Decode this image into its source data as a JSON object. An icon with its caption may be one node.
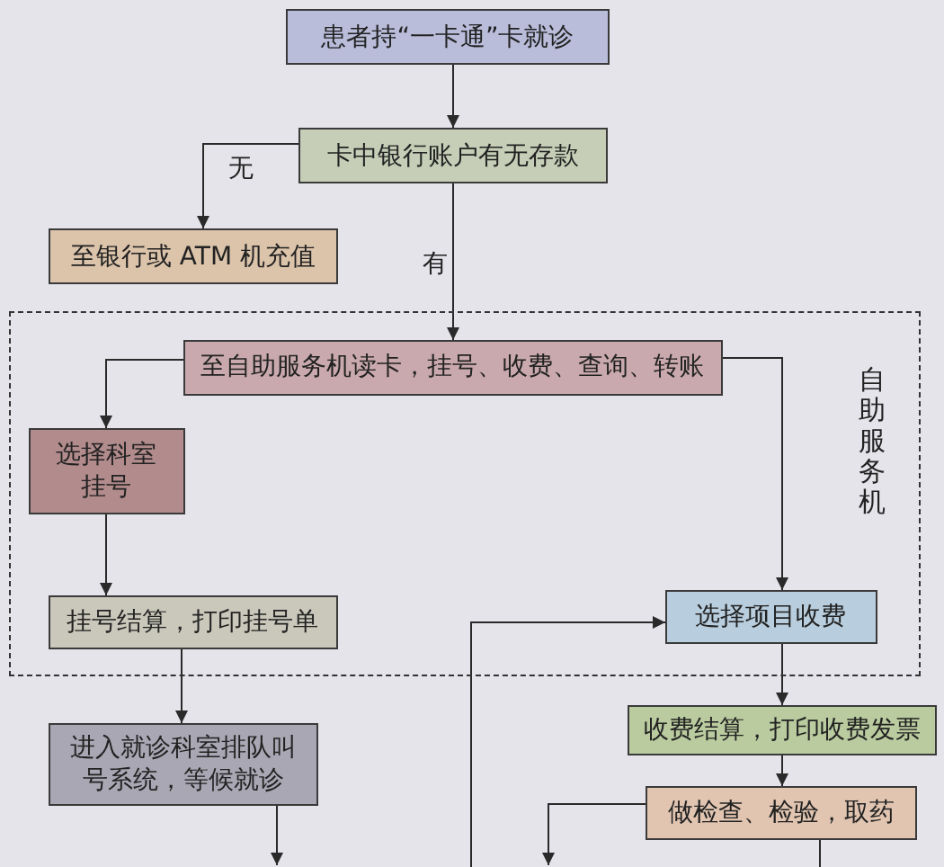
{
  "diagram": {
    "nodes": [
      {
        "text": [
          "患者持“一卡通”卡就诊"
        ]
      },
      {
        "text": [
          "卡中银行账户有无存款"
        ]
      },
      {
        "text": [
          "至银行或 ATM 机充值"
        ]
      },
      {
        "text": [
          "自助服务机"
        ]
      },
      {
        "text": [
          "至自助服务机读卡，挂号、收费、查询、转账"
        ],
        "in": 3
      },
      {
        "text": [
          "选择科室挂号"
        ],
        "in": 3
      },
      {
        "text": [
          "挂号结算，打印挂号单"
        ],
        "in": 3
      },
      {
        "text": [
          "选择项目收费"
        ],
        "in": 3
      },
      {
        "text": [
          "进入就诊科室排队叫号系统，等候就诊"
        ]
      },
      {
        "text": [
          "收费结算，打印收费发票"
        ]
      },
      {
        "text": [
          "做检查、检验，取药"
        ]
      }
    ],
    "edges": [
      {
        "from": 0,
        "to": 1,
        "arrow": "to"
      },
      {
        "from": 1,
        "to": 2,
        "arrow": "to",
        "label": "无"
      },
      {
        "from": 1,
        "to": 4,
        "arrow": "to",
        "label": "有"
      },
      {
        "from": 4,
        "to": 5,
        "arrow": "to"
      },
      {
        "from": 4,
        "to": 7,
        "arrow": "to"
      },
      {
        "from": 5,
        "to": 6,
        "arrow": "to"
      },
      {
        "from": 6,
        "to": 8,
        "arrow": "to"
      },
      {
        "from": 7,
        "to": 9,
        "arrow": "to"
      },
      {
        "from": 9,
        "to": 10,
        "arrow": "to"
      },
      {
        "from": 8,
        "to": null,
        "arrow": "to"
      },
      {
        "from": null,
        "to": 7,
        "arrow": "to"
      },
      {
        "from": 10,
        "to": null,
        "arrow": "to"
      },
      {
        "from": 10,
        "to": null,
        "arrow": "none"
      }
    ]
  }
}
